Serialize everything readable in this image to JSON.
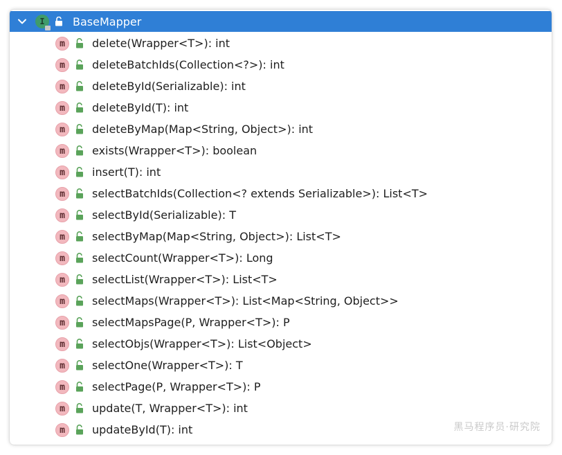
{
  "header": {
    "title": "BaseMapper",
    "interface_icon_letter": "I",
    "expand_icon": "chevron-down-icon",
    "background_color": "#2f7fd6"
  },
  "method_icon_letter": "m",
  "methods": [
    "delete(Wrapper<T>): int",
    "deleteBatchIds(Collection<?>): int",
    "deleteById(Serializable): int",
    "deleteById(T): int",
    "deleteByMap(Map<String, Object>): int",
    "exists(Wrapper<T>): boolean",
    "insert(T): int",
    "selectBatchIds(Collection<? extends Serializable>): List<T>",
    "selectById(Serializable): T",
    "selectByMap(Map<String, Object>): List<T>",
    "selectCount(Wrapper<T>): Long",
    "selectList(Wrapper<T>): List<T>",
    "selectMaps(Wrapper<T>): List<Map<String, Object>>",
    "selectMapsPage(P, Wrapper<T>): P",
    "selectObjs(Wrapper<T>): List<Object>",
    "selectOne(Wrapper<T>): T",
    "selectPage(P, Wrapper<T>): P",
    "update(T, Wrapper<T>): int",
    "updateById(T): int"
  ],
  "watermark": "黑马程序员·研究院",
  "colors": {
    "method_icon_bg": "#f2b8be",
    "lock_green": "#5aa35a",
    "interface_icon_bg": "#3f9b6b"
  }
}
